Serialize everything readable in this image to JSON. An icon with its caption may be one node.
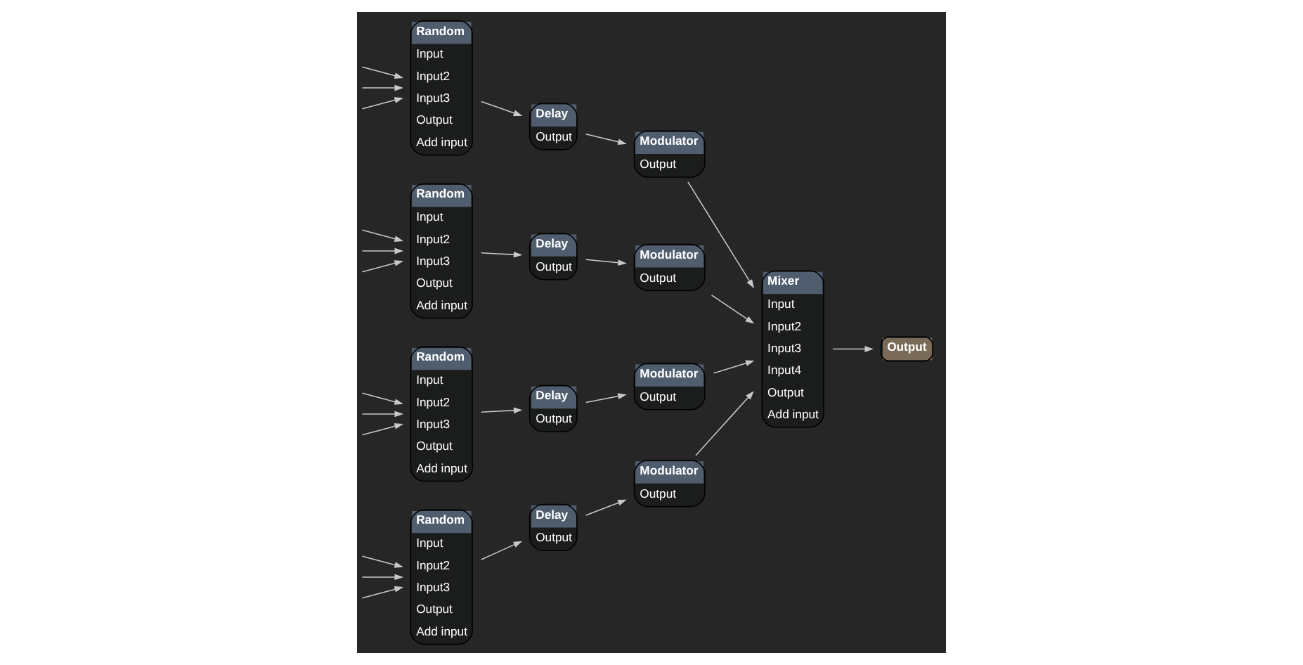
{
  "diagram": {
    "nodes": [
      {
        "text": [
          "Random",
          "Input",
          "Input2",
          "Input3",
          "Output",
          "Add input"
        ]
      },
      {
        "text": [
          "Delay",
          "Output"
        ]
      },
      {
        "text": [
          "Modulator",
          "Output"
        ]
      },
      {
        "text": [
          "Random",
          "Input",
          "Input2",
          "Input3",
          "Output",
          "Add input"
        ]
      },
      {
        "text": [
          "Delay",
          "Output"
        ]
      },
      {
        "text": [
          "Modulator",
          "Output"
        ]
      },
      {
        "text": [
          "Mixer",
          "Input",
          "Input2",
          "Input3",
          "Input4",
          "Output",
          "Add input"
        ]
      },
      {
        "text": [
          "Output"
        ]
      },
      {
        "text": [
          "Random",
          "Input",
          "Input2",
          "Input3",
          "Output",
          "Add input"
        ]
      },
      {
        "text": [
          "Delay",
          "Output"
        ]
      },
      {
        "text": [
          "Modulator",
          "Output"
        ]
      },
      {
        "text": [
          "Random",
          "Input",
          "Input2",
          "Input3",
          "Output",
          "Add input"
        ]
      },
      {
        "text": [
          "Delay",
          "Output"
        ]
      },
      {
        "text": [
          "Modulator",
          "Output"
        ]
      }
    ],
    "edges": [
      {
        "from": null,
        "to": 0,
        "arrow": "to"
      },
      {
        "from": null,
        "to": 0,
        "arrow": "to"
      },
      {
        "from": null,
        "to": 0,
        "arrow": "to"
      },
      {
        "from": null,
        "to": 3,
        "arrow": "to"
      },
      {
        "from": null,
        "to": 3,
        "arrow": "to"
      },
      {
        "from": null,
        "to": 3,
        "arrow": "to"
      },
      {
        "from": null,
        "to": 8,
        "arrow": "to"
      },
      {
        "from": null,
        "to": 8,
        "arrow": "to"
      },
      {
        "from": null,
        "to": 8,
        "arrow": "to"
      },
      {
        "from": null,
        "to": 11,
        "arrow": "to"
      },
      {
        "from": null,
        "to": 11,
        "arrow": "to"
      },
      {
        "from": null,
        "to": 11,
        "arrow": "to"
      },
      {
        "from": 0,
        "to": 1,
        "arrow": "to"
      },
      {
        "from": 1,
        "to": 2,
        "arrow": "to"
      },
      {
        "from": 2,
        "to": 6,
        "arrow": "to"
      },
      {
        "from": 3,
        "to": 4,
        "arrow": "to"
      },
      {
        "from": 4,
        "to": 5,
        "arrow": "to"
      },
      {
        "from": 5,
        "to": 6,
        "arrow": "to"
      },
      {
        "from": 8,
        "to": 9,
        "arrow": "to"
      },
      {
        "from": 9,
        "to": 10,
        "arrow": "to"
      },
      {
        "from": 10,
        "to": 6,
        "arrow": "to"
      },
      {
        "from": 11,
        "to": 12,
        "arrow": "to"
      },
      {
        "from": 12,
        "to": 13,
        "arrow": "to"
      },
      {
        "from": 13,
        "to": 6,
        "arrow": "to"
      },
      {
        "from": 6,
        "to": 7,
        "arrow": "to"
      }
    ]
  }
}
